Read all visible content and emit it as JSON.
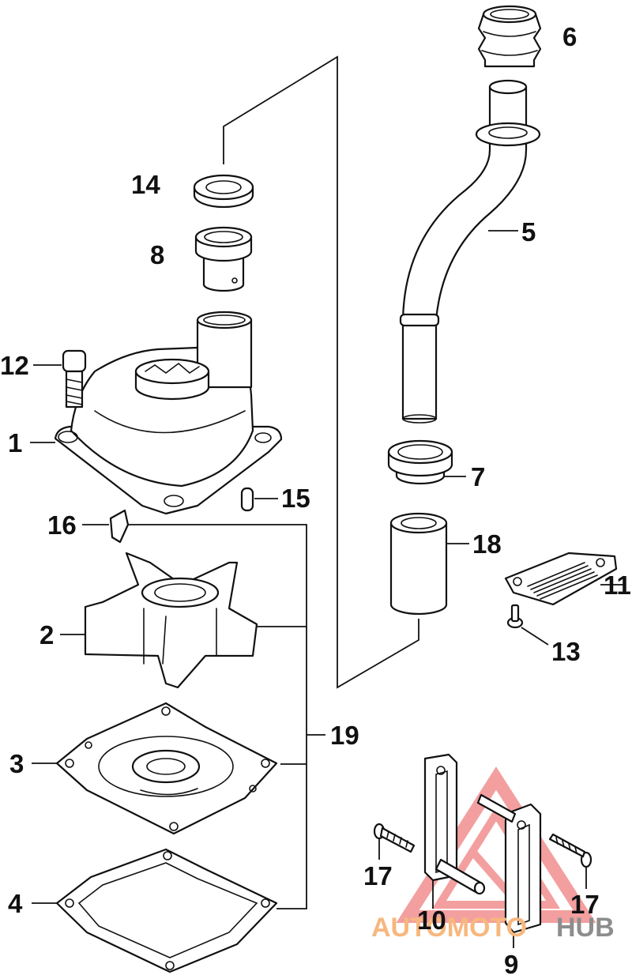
{
  "callouts": {
    "c1": "1",
    "c2": "2",
    "c3": "3",
    "c4": "4",
    "c5": "5",
    "c6": "6",
    "c7": "7",
    "c8": "8",
    "c9": "9",
    "c10": "10",
    "c11": "11",
    "c12": "12",
    "c13": "13",
    "c14": "14",
    "c15": "15",
    "c16": "16",
    "c17a": "17",
    "c17b": "17",
    "c18": "18",
    "c19": "19"
  },
  "watermark": {
    "part1": "AUTOMOTO",
    "part2": "HUB",
    "logo_color": "#f08080",
    "text_color_1": "#f7b77e",
    "text_color_2": "#8d8d8d"
  }
}
